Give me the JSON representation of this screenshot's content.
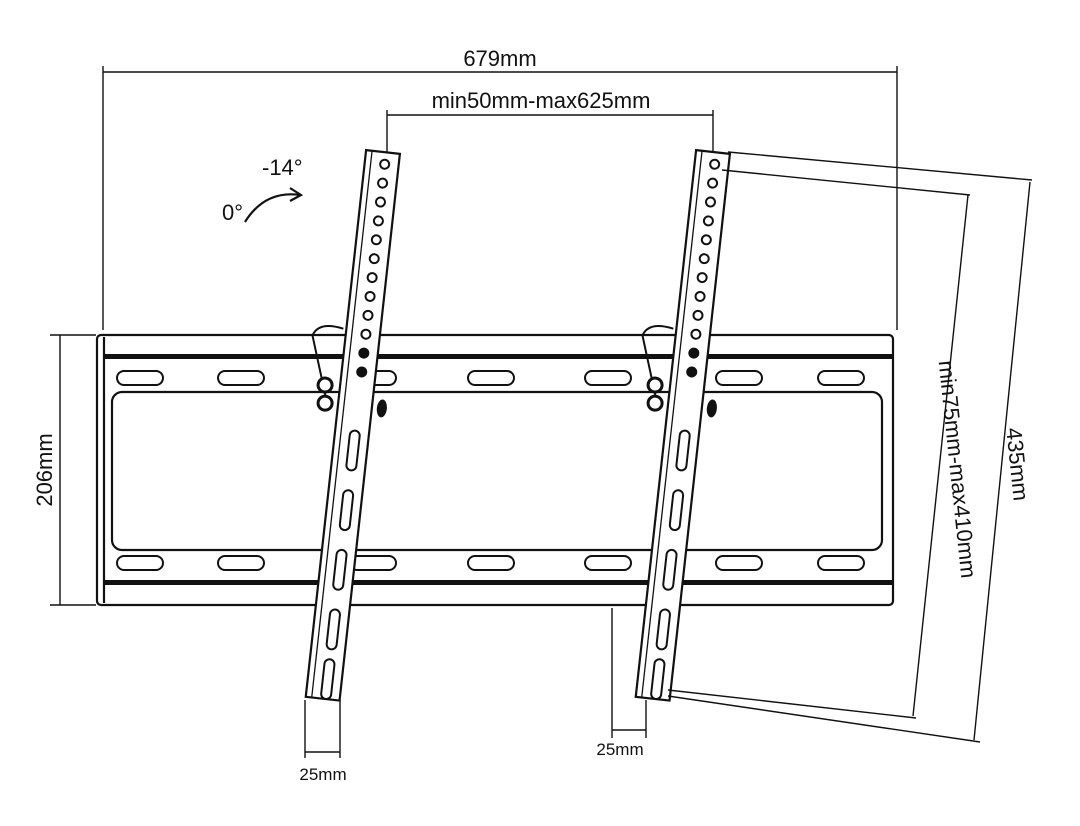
{
  "labels": {
    "overall_width": "679mm",
    "horizontal_vesa": "min50mm-max625mm",
    "tilt_angle": "-14°",
    "zero_angle": "0°",
    "plate_height": "206mm",
    "vertical_vesa": "min75mm-max410mm",
    "bracket_length": "435mm",
    "profile_left": "25mm",
    "profile_right": "25mm"
  }
}
